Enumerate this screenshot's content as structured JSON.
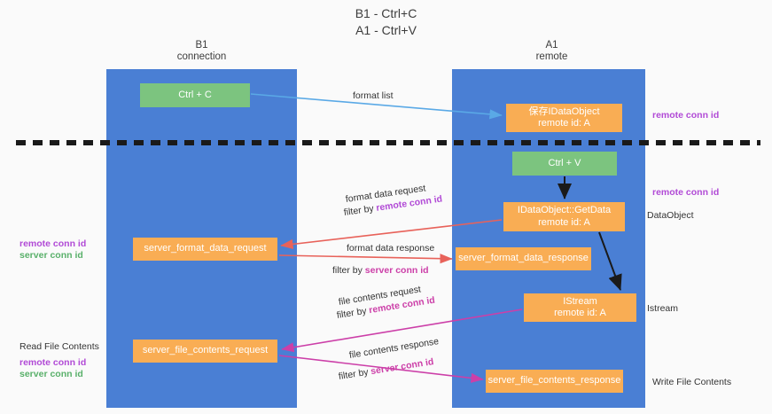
{
  "title": {
    "line1": "B1 - Ctrl+C",
    "line2": "A1 - Ctrl+V"
  },
  "lanes": [
    {
      "id": "b1",
      "name": "B1",
      "role": "connection",
      "color": "#4a7fd4"
    },
    {
      "id": "a1",
      "name": "A1",
      "role": "remote",
      "color": "#4a7fd4"
    }
  ],
  "colors": {
    "lane": "#4a7fd4",
    "green_node": "#7cc47f",
    "orange_node": "#f9ad54",
    "red_arrow": "#e8625a",
    "magenta_arrow": "#cc3fa8",
    "blue_arrow": "#5aa9e6",
    "black_arrow": "#1a1a1a",
    "purple_text": "#b14ad6",
    "green_text": "#59b06a"
  },
  "nodes": {
    "ctrl_c": {
      "label": "Ctrl + C",
      "style": "green"
    },
    "save_dataobject": {
      "label": "保存IDataObject",
      "sub": "remote id: A",
      "style": "orange"
    },
    "ctrl_v": {
      "label": "Ctrl + V",
      "style": "green"
    },
    "getdata": {
      "label": "IDataObject::GetData",
      "sub": "remote id: A",
      "style": "orange"
    },
    "server_format_data_request": {
      "label": "server_format_data_request",
      "style": "orange"
    },
    "server_format_data_response": {
      "label": "server_format_data_response",
      "style": "orange"
    },
    "istream": {
      "label": "IStream",
      "sub": "remote id: A",
      "style": "orange"
    },
    "server_file_contents_request": {
      "label": "server_file_contents_request",
      "style": "orange"
    },
    "server_file_contents_response": {
      "label": "server_file_contents_response",
      "style": "orange"
    }
  },
  "edge_labels": {
    "format_list": "format list",
    "format_data_request": "format data request",
    "format_data_request_filter_prefix": "filter by ",
    "format_data_request_filter_key": "remote conn id",
    "format_data_response": "format data response",
    "format_data_response_filter_prefix": "filter by ",
    "format_data_response_filter_key": "server conn id",
    "file_contents_request": "file contents request",
    "file_contents_request_filter_prefix": "filter by ",
    "file_contents_request_filter_key": "remote conn id",
    "file_contents_response": "file contents response",
    "file_contents_response_filter_prefix": "filter by ",
    "file_contents_response_filter_key": "server conn id"
  },
  "side_labels": {
    "left": {
      "remote_conn_id_mid": "remote conn id",
      "server_conn_id_mid": "server conn id",
      "read_file_contents": "Read File Contents",
      "remote_conn_id_low": "remote conn id",
      "server_conn_id_low": "server conn id"
    },
    "right": {
      "remote_conn_id_top": "remote conn id",
      "remote_conn_id_mid": "remote conn id",
      "dataobject": "DataObject",
      "istream": "Istream",
      "write_file_contents": "Write File Contents"
    }
  }
}
